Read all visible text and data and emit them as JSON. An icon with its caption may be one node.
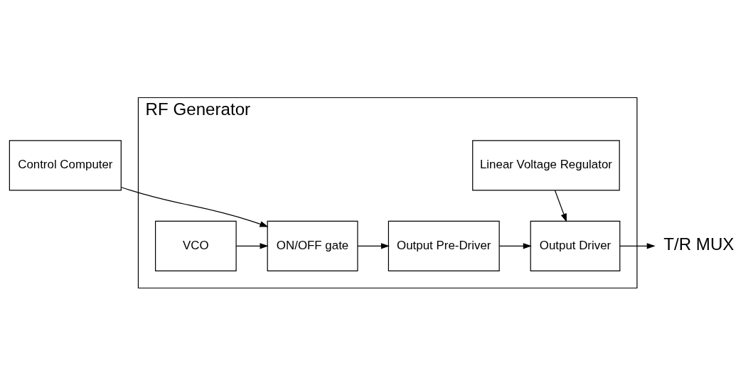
{
  "diagram": {
    "nodes": [
      {
        "text": [
          "RF Generator"
        ]
      },
      {
        "text": [
          "Control Computer"
        ]
      },
      {
        "text": [
          "VCO"
        ],
        "in": 0
      },
      {
        "text": [
          "ON/OFF gate"
        ],
        "in": 0
      },
      {
        "text": [
          "Output Pre-Driver"
        ],
        "in": 0
      },
      {
        "text": [
          "Linear Voltage Regulator"
        ],
        "in": 0
      },
      {
        "text": [
          "Output Driver"
        ],
        "in": 0
      },
      {
        "text": [
          "T/R MUX"
        ]
      }
    ],
    "edges": [
      {
        "from": 1,
        "to": 3,
        "arrow": "to"
      },
      {
        "from": 2,
        "to": 3,
        "arrow": "to"
      },
      {
        "from": 3,
        "to": 4,
        "arrow": "to"
      },
      {
        "from": 4,
        "to": 6,
        "arrow": "to"
      },
      {
        "from": 5,
        "to": 6,
        "arrow": "to"
      },
      {
        "from": 6,
        "to": 7,
        "arrow": "to"
      }
    ]
  }
}
